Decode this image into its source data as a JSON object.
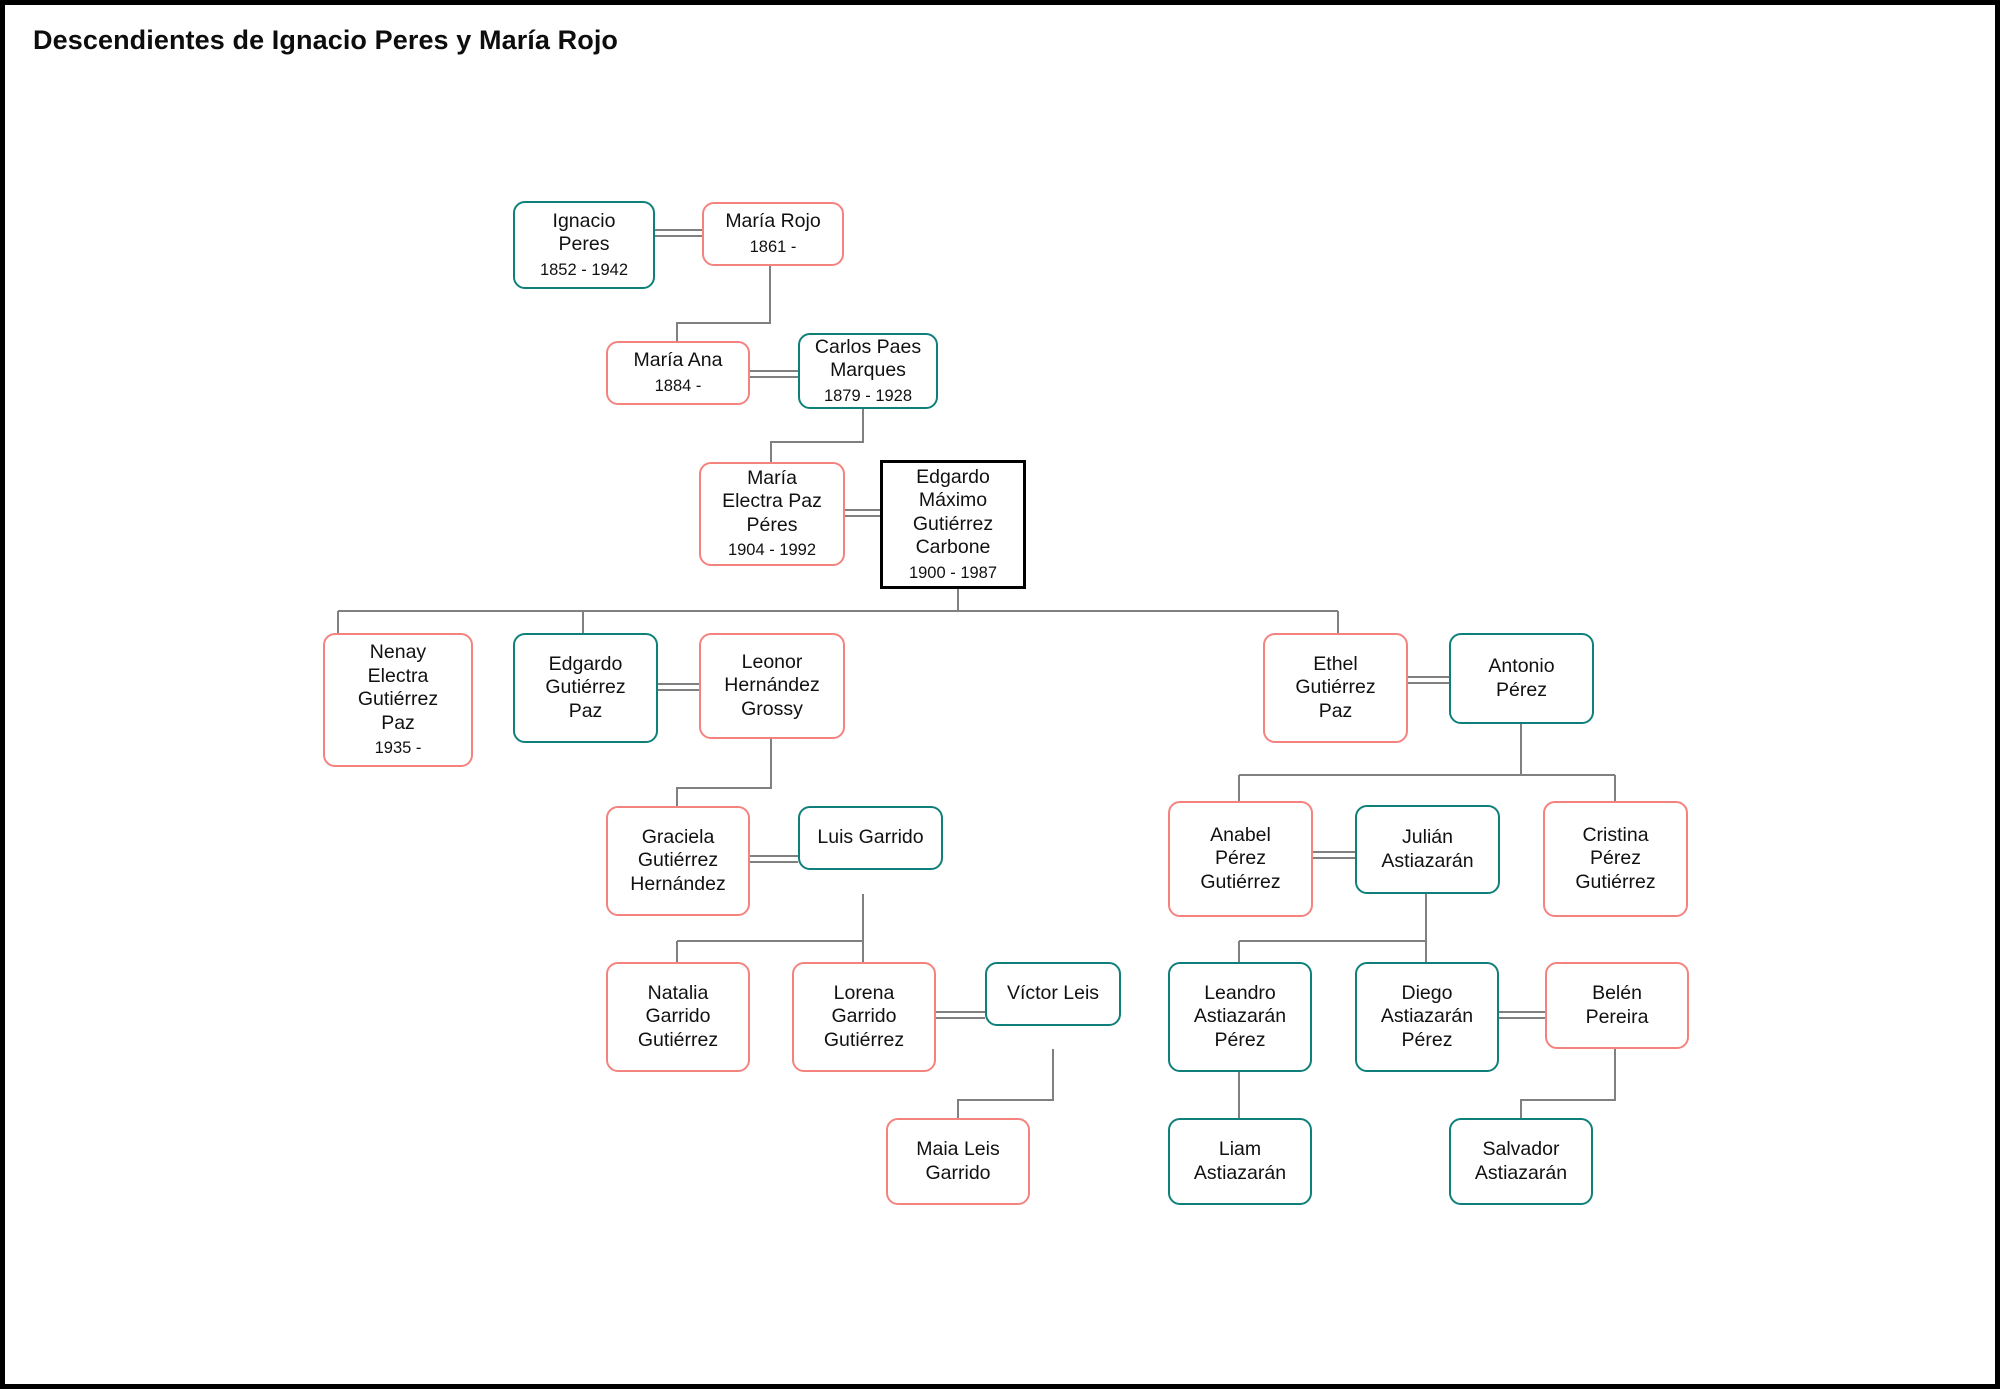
{
  "page": {
    "title": "Descendientes de Ignacio Peres y María Rojo",
    "background": "#ffffff",
    "frame_color": "#000000"
  },
  "legend": {
    "male_color": "#0f8079",
    "female_color": "#f4837f",
    "focus_color": "#000000",
    "edge_color": "#808080"
  },
  "chart_data": {
    "type": "diagram",
    "title": "Descendientes de Ignacio Peres y María Rojo",
    "diagram_kind": "family-tree",
    "generations": 7,
    "node_count": 25,
    "nodes": [
      {
        "id": "ignacio-peres",
        "name": "Ignacio\nPeres",
        "dates": "1852 - 1942",
        "sex": "male",
        "style": "male",
        "generation": 1
      },
      {
        "id": "maria-rojo",
        "name": "María Rojo",
        "dates": "1861 -",
        "sex": "female",
        "style": "female",
        "generation": 1
      },
      {
        "id": "maria-ana",
        "name": "María Ana",
        "dates": "1884 -",
        "sex": "female",
        "style": "female",
        "generation": 2
      },
      {
        "id": "carlos-paes-marques",
        "name": "Carlos Paes\nMarques",
        "dates": "1879 - 1928",
        "sex": "male",
        "style": "male",
        "generation": 2
      },
      {
        "id": "maria-electra-paz-peres",
        "name": "María\nElectra Paz\nPéres",
        "dates": "1904 - 1992",
        "sex": "female",
        "style": "female",
        "generation": 3
      },
      {
        "id": "edgardo-maximo-gutierrez",
        "name": "Edgardo\nMáximo\nGutiérrez\nCarbone",
        "dates": "1900 - 1987",
        "sex": "male",
        "style": "focus",
        "generation": 3
      },
      {
        "id": "nenay-electra-gutierrez-paz",
        "name": "Nenay\nElectra\nGutiérrez\nPaz",
        "dates": "1935 -",
        "sex": "female",
        "style": "female",
        "generation": 4
      },
      {
        "id": "edgardo-gutierrez-paz",
        "name": "Edgardo\nGutiérrez\nPaz",
        "dates": "",
        "sex": "male",
        "style": "male",
        "generation": 4
      },
      {
        "id": "leonor-hernandez-grossy",
        "name": "Leonor\nHernández\nGrossy",
        "dates": "",
        "sex": "female",
        "style": "female",
        "generation": 4
      },
      {
        "id": "ethel-gutierrez-paz",
        "name": "Ethel\nGutiérrez\nPaz",
        "dates": "",
        "sex": "female",
        "style": "female",
        "generation": 4
      },
      {
        "id": "antonio-perez",
        "name": "Antonio\nPérez",
        "dates": "",
        "sex": "male",
        "style": "male",
        "generation": 4
      },
      {
        "id": "graciela-gutierrez-hernandez",
        "name": "Graciela\nGutiérrez\nHernández",
        "dates": "",
        "sex": "female",
        "style": "female",
        "generation": 5
      },
      {
        "id": "luis-garrido",
        "name": "Luis Garrido",
        "dates": "",
        "sex": "male",
        "style": "male",
        "generation": 5
      },
      {
        "id": "anabel-perez-gutierrez",
        "name": "Anabel\nPérez\nGutiérrez",
        "dates": "",
        "sex": "female",
        "style": "female",
        "generation": 5
      },
      {
        "id": "julian-astiazaran",
        "name": "Julián\nAstiazarán",
        "dates": "",
        "sex": "male",
        "style": "male",
        "generation": 5
      },
      {
        "id": "cristina-perez-gutierrez",
        "name": "Cristina\nPérez\nGutiérrez",
        "dates": "",
        "sex": "female",
        "style": "female",
        "generation": 5
      },
      {
        "id": "natalia-garrido-gutierrez",
        "name": "Natalia\nGarrido\nGutiérrez",
        "dates": "",
        "sex": "female",
        "style": "female",
        "generation": 6
      },
      {
        "id": "lorena-garrido-gutierrez",
        "name": "Lorena\nGarrido\nGutiérrez",
        "dates": "",
        "sex": "female",
        "style": "female",
        "generation": 6
      },
      {
        "id": "victor-leis",
        "name": "Víctor Leis",
        "dates": "",
        "sex": "male",
        "style": "male",
        "generation": 6
      },
      {
        "id": "leandro-astiazaran-perez",
        "name": "Leandro\nAstiazarán\nPérez",
        "dates": "",
        "sex": "male",
        "style": "male",
        "generation": 6
      },
      {
        "id": "diego-astiazaran-perez",
        "name": "Diego\nAstiazarán\nPérez",
        "dates": "",
        "sex": "male",
        "style": "male",
        "generation": 6
      },
      {
        "id": "belen-pereira",
        "name": "Belén\nPereira",
        "dates": "",
        "sex": "female",
        "style": "female",
        "generation": 6
      },
      {
        "id": "maia-leis-garrido",
        "name": "Maia Leis\nGarrido",
        "dates": "",
        "sex": "female",
        "style": "female",
        "generation": 7
      },
      {
        "id": "liam-astiazaran",
        "name": "Liam\nAstiazarán",
        "dates": "",
        "sex": "male",
        "style": "male",
        "generation": 7
      },
      {
        "id": "salvador-astiazaran",
        "name": "Salvador\nAstiazarán",
        "dates": "",
        "sex": "male",
        "style": "male",
        "generation": 7
      }
    ],
    "marriages": [
      {
        "spouses": [
          "ignacio-peres",
          "maria-rojo"
        ],
        "children": [
          "maria-ana"
        ]
      },
      {
        "spouses": [
          "maria-ana",
          "carlos-paes-marques"
        ],
        "children": [
          "maria-electra-paz-peres"
        ]
      },
      {
        "spouses": [
          "maria-electra-paz-peres",
          "edgardo-maximo-gutierrez"
        ],
        "children": [
          "nenay-electra-gutierrez-paz",
          "edgardo-gutierrez-paz",
          "ethel-gutierrez-paz"
        ]
      },
      {
        "spouses": [
          "edgardo-gutierrez-paz",
          "leonor-hernandez-grossy"
        ],
        "children": [
          "graciela-gutierrez-hernandez"
        ]
      },
      {
        "spouses": [
          "graciela-gutierrez-hernandez",
          "luis-garrido"
        ],
        "children": [
          "natalia-garrido-gutierrez",
          "lorena-garrido-gutierrez"
        ]
      },
      {
        "spouses": [
          "lorena-garrido-gutierrez",
          "victor-leis"
        ],
        "children": [
          "maia-leis-garrido"
        ]
      },
      {
        "spouses": [
          "ethel-gutierrez-paz",
          "antonio-perez"
        ],
        "children": [
          "anabel-perez-gutierrez",
          "cristina-perez-gutierrez"
        ]
      },
      {
        "spouses": [
          "anabel-perez-gutierrez",
          "julian-astiazaran"
        ],
        "children": [
          "leandro-astiazaran-perez",
          "diego-astiazaran-perez"
        ]
      },
      {
        "spouses": [
          "diego-astiazaran-perez",
          "belen-pereira"
        ],
        "children": [
          "salvador-astiazaran"
        ]
      },
      {
        "spouses": [
          "leandro-astiazaran-perez"
        ],
        "children": [
          "liam-astiazaran"
        ]
      }
    ]
  }
}
